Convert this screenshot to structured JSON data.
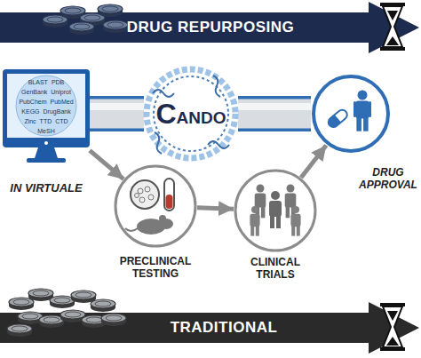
{
  "diagram": {
    "nodes": [
      {
        "text": [
          "DRUG REPURPOSING"
        ]
      },
      {
        "text": [
          "IN VIRTUALE"
        ]
      },
      {
        "text": [
          "CANDO"
        ]
      },
      {
        "text": [
          "DRUG APPROVAL"
        ]
      },
      {
        "text": [
          "PRECLINICAL TESTING"
        ]
      },
      {
        "text": [
          "CLINICAL TRIALS"
        ]
      },
      {
        "text": [
          "TRADITIONAL"
        ]
      }
    ],
    "edges": [
      {
        "from": 1,
        "to": 2,
        "arrow": "none"
      },
      {
        "from": 2,
        "to": 3,
        "arrow": "none"
      },
      {
        "from": 1,
        "to": 4,
        "arrow": "to"
      },
      {
        "from": 4,
        "to": 5,
        "arrow": "to"
      },
      {
        "from": 5,
        "to": 3,
        "arrow": "to"
      }
    ],
    "labels": [
      "BLAST",
      "PDB",
      "GenBank",
      "Uniprot",
      "PubChem",
      "PubMed",
      "KEGG",
      "DrugBank",
      "Zinc",
      "TTD",
      "CTD",
      "MeSH"
    ]
  }
}
